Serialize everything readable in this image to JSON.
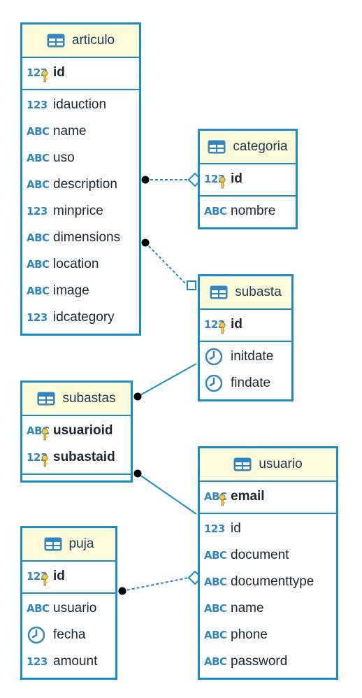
{
  "icons": {
    "table": "table-icon",
    "numeric": "numeric-type-icon",
    "text": "text-type-icon",
    "date": "clock-icon",
    "key": "key-icon"
  },
  "type_labels": {
    "numeric": "123",
    "text": "ABC"
  },
  "colors": {
    "border": "#1a8cc8",
    "header_bg": "#fdfbd9",
    "type_icon": "#2f86c2",
    "key": "#f2c94c"
  },
  "entities": {
    "articulo": {
      "name": "articulo",
      "pk": [
        {
          "type": "numeric",
          "name": "id"
        }
      ],
      "columns": [
        {
          "type": "numeric",
          "name": "idauction"
        },
        {
          "type": "text",
          "name": "name"
        },
        {
          "type": "text",
          "name": "uso"
        },
        {
          "type": "text",
          "name": "description"
        },
        {
          "type": "numeric",
          "name": "minprice"
        },
        {
          "type": "text",
          "name": "dimensions"
        },
        {
          "type": "text",
          "name": "location"
        },
        {
          "type": "text",
          "name": "image"
        },
        {
          "type": "numeric",
          "name": "idcategory"
        }
      ]
    },
    "categoria": {
      "name": "categoria",
      "pk": [
        {
          "type": "numeric",
          "name": "id"
        }
      ],
      "columns": [
        {
          "type": "text",
          "name": "nombre"
        }
      ]
    },
    "subasta": {
      "name": "subasta",
      "pk": [
        {
          "type": "numeric",
          "name": "id"
        }
      ],
      "columns": [
        {
          "type": "date",
          "name": "initdate"
        },
        {
          "type": "date",
          "name": "findate"
        }
      ]
    },
    "subastas": {
      "name": "subastas",
      "pk": [
        {
          "type": "text",
          "name": "usuarioid"
        },
        {
          "type": "numeric",
          "name": "subastaid"
        }
      ],
      "columns": []
    },
    "usuario": {
      "name": "usuario",
      "pk": [
        {
          "type": "text",
          "name": "email"
        }
      ],
      "columns": [
        {
          "type": "numeric",
          "name": "id"
        },
        {
          "type": "text",
          "name": "document"
        },
        {
          "type": "text",
          "name": "documenttype"
        },
        {
          "type": "text",
          "name": "name"
        },
        {
          "type": "text",
          "name": "phone"
        },
        {
          "type": "text",
          "name": "password"
        }
      ]
    },
    "puja": {
      "name": "puja",
      "pk": [
        {
          "type": "numeric",
          "name": "id"
        }
      ],
      "columns": [
        {
          "type": "text",
          "name": "usuario"
        },
        {
          "type": "date",
          "name": "fecha"
        },
        {
          "type": "numeric",
          "name": "amount"
        }
      ]
    }
  },
  "relationships": [
    {
      "from": "articulo",
      "to": "categoria",
      "style": "dashed",
      "to_end": "open-diamond"
    },
    {
      "from": "articulo",
      "to": "subasta",
      "style": "dashed",
      "to_end": "open-square"
    },
    {
      "from": "subastas",
      "to": "subasta",
      "style": "solid",
      "to_end": "none"
    },
    {
      "from": "subastas",
      "to": "usuario",
      "style": "solid",
      "to_end": "none"
    },
    {
      "from": "puja",
      "to": "usuario",
      "style": "dashed",
      "to_end": "open-diamond"
    }
  ]
}
